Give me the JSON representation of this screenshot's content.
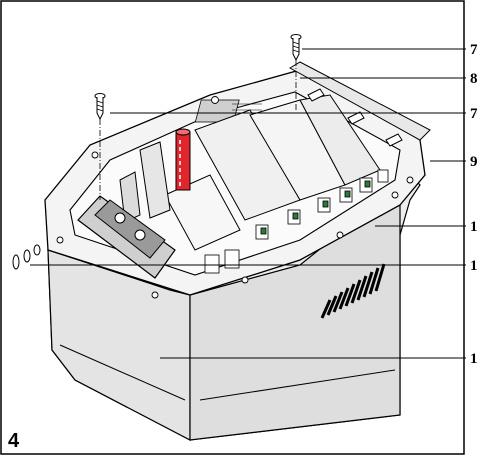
{
  "figure": {
    "number": "4"
  },
  "callouts": [
    {
      "id": "screw-top-right",
      "label": "7"
    },
    {
      "id": "lid-gasket",
      "label": "8"
    },
    {
      "id": "screw-inner",
      "label": "7"
    },
    {
      "id": "side-panel-edge",
      "label": "9"
    },
    {
      "id": "upper-housing",
      "label": "1"
    },
    {
      "id": "side-screw-set",
      "label": "1"
    },
    {
      "id": "lower-housing",
      "label": "1"
    }
  ],
  "colors": {
    "line": "#000000",
    "background": "#ffffff",
    "housing_fill": "#ededed",
    "shade_fill": "#d6d6d6",
    "highlight_red": "#e0262d",
    "terminal_green": "#2a7a3a"
  }
}
